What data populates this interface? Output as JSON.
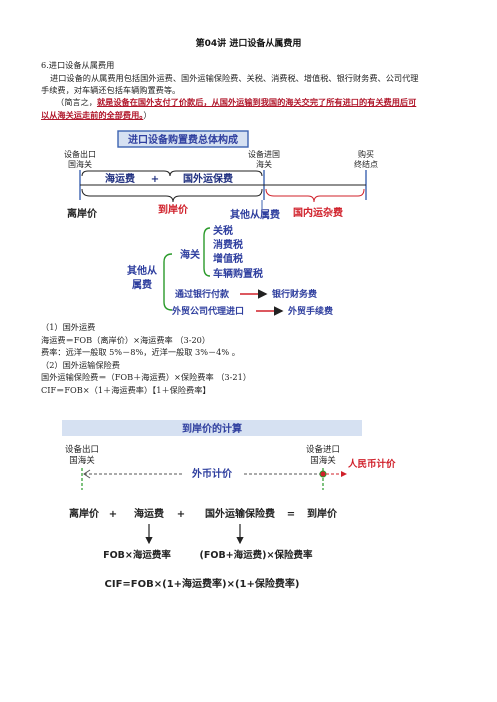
{
  "title": "第04讲 进口设备从属费用",
  "heading": "6.进口设备从属费用",
  "para1": "进口设备的从属费用包括国外运费、国外运输保险费、关税、消费税、增值税、银行财务费、公司代理",
  "para2": "手续费，对车辆还包括车辆购置费等。",
  "note_prefix": "（简言之，",
  "note_red1": "就是设备在国外支付了价款后，从国外运输到我国的海关交完了所有进口的有关费用后可",
  "note_red2": "以从海关运走前的全部费用。",
  "note_suffix": "）",
  "diagram1": {
    "header": "进口设备购置费总体构成",
    "origin_port": [
      "设备出口",
      "国海关"
    ],
    "import_port": [
      "设备进国",
      "海关"
    ],
    "purchase_end": [
      "购买",
      "终结点"
    ],
    "seg_freight": "海运费",
    "plus": "+",
    "seg_insurance": "国外运保费",
    "cif_label": "到岸价",
    "fob_label": "离岸价",
    "other_fees": "其他从属费",
    "domestic_label": "国内运杂费",
    "customs": "海关",
    "customs_items": [
      "关税",
      "消费税",
      "增值税",
      "车辆购置税"
    ],
    "group_label": [
      "其他从",
      "属费"
    ],
    "bank_path": "通过银行付款",
    "bank_fee": "银行财务费",
    "agent_path": "外贸公司代理进口",
    "agent_fee": "外贸手续费"
  },
  "sec1": "（1）国外运费",
  "f1": "海运费＝FOB（离岸价）×海运费率  （3-20）",
  "f1b": "费率：远洋一般取 5%－8%，近洋一般取 3%－4% 。",
  "sec2": "（2）国外运输保险费",
  "f2": "国外运输保险费＝（FOB＋海运费）×保险费率  （3-21）",
  "f3": "CIF＝FOB×（1＋海运费率）【1＋保险费率】",
  "diagram2": {
    "header": "到岸价的计算",
    "origin_port": [
      "设备出口",
      "国海关"
    ],
    "import_port": [
      "设备进口",
      "国海关"
    ],
    "foreign_currency": "外币计价",
    "rmb": "人民币计价",
    "eq": [
      "离岸价",
      "+",
      "海运费",
      "+",
      "国外运输保险费",
      "=",
      "到岸价"
    ],
    "sub1": "FOB×海运费率",
    "sub2": "(FOB+海运费)×保险费率",
    "cif_formula": "CIF=FOB×(1+海运费率)×(1+保险费率)"
  },
  "colors": {
    "red": "#d0202a",
    "blue_text": "#2f3f9f",
    "blue_box": "#3d63b0",
    "green": "#2a9a2a",
    "header_bg": "#d6e1f2"
  }
}
